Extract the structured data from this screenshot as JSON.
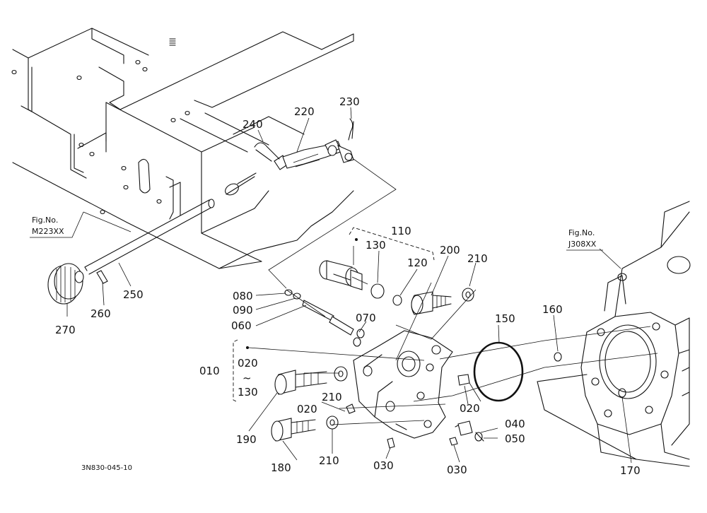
{
  "parts": {
    "p010": "010",
    "p020a": "020",
    "p020b": "020",
    "p020c": "020",
    "p030a": "030",
    "p030b": "030",
    "p040": "040",
    "p050": "050",
    "p060": "060",
    "p070": "070",
    "p080": "080",
    "p090": "090",
    "p110": "110",
    "p120": "120",
    "p130a": "130",
    "p130b": "130",
    "p150": "150",
    "p160": "160",
    "p170": "170",
    "p180": "180",
    "p190": "190",
    "p200": "200",
    "p210a": "210",
    "p210b": "210",
    "p210c": "210",
    "p220": "220",
    "p230": "230",
    "p240": "240",
    "p250": "250",
    "p260": "260",
    "p270": "270"
  },
  "tilde": "~",
  "refs": {
    "left_fig": "Fig.No.",
    "left_code": "M223XX",
    "right_fig": "Fig.No.",
    "right_code": "J308XX"
  },
  "drawing_code": "3N830-045-10"
}
